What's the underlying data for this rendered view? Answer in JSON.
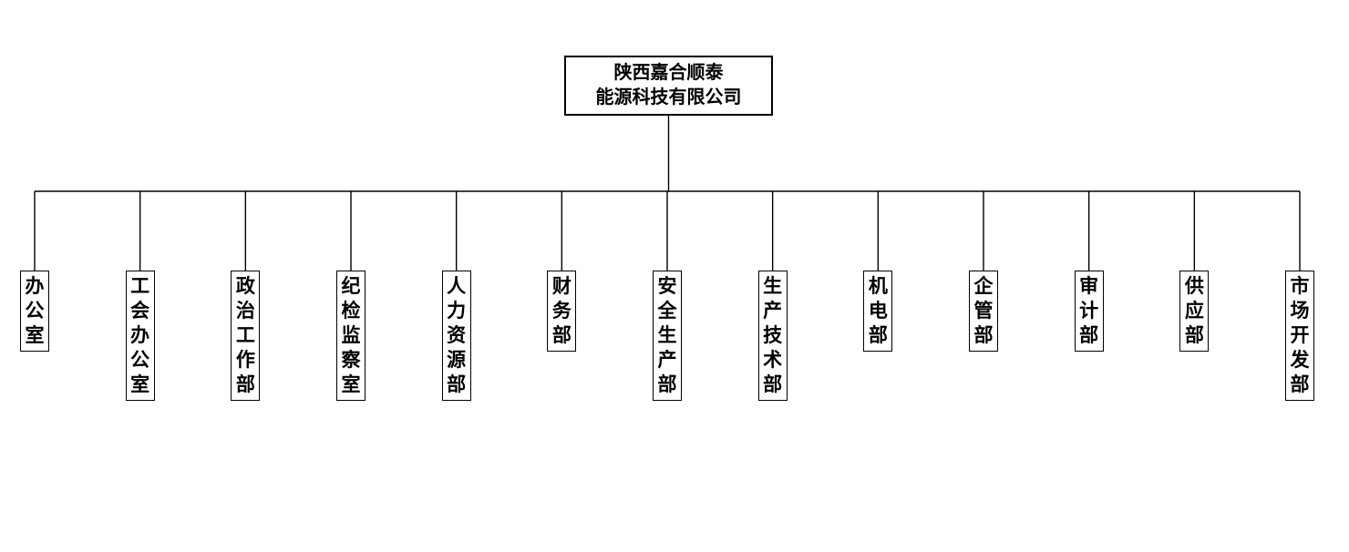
{
  "root": {
    "line1": "陕西嘉合顺泰",
    "line2": "能源科技有限公司"
  },
  "departments": [
    {
      "label": "办公室"
    },
    {
      "label": "工会办公室"
    },
    {
      "label": "政治工作部"
    },
    {
      "label": "纪检监察室"
    },
    {
      "label": "人力资源部"
    },
    {
      "label": "财务部"
    },
    {
      "label": "安全生产部"
    },
    {
      "label": "生产技术部"
    },
    {
      "label": "机电部"
    },
    {
      "label": "企管部"
    },
    {
      "label": "审计部"
    },
    {
      "label": "供应部"
    },
    {
      "label": "市场开发部"
    }
  ],
  "colors": {
    "line": "#000000",
    "text": "#000000",
    "background": "#ffffff"
  }
}
